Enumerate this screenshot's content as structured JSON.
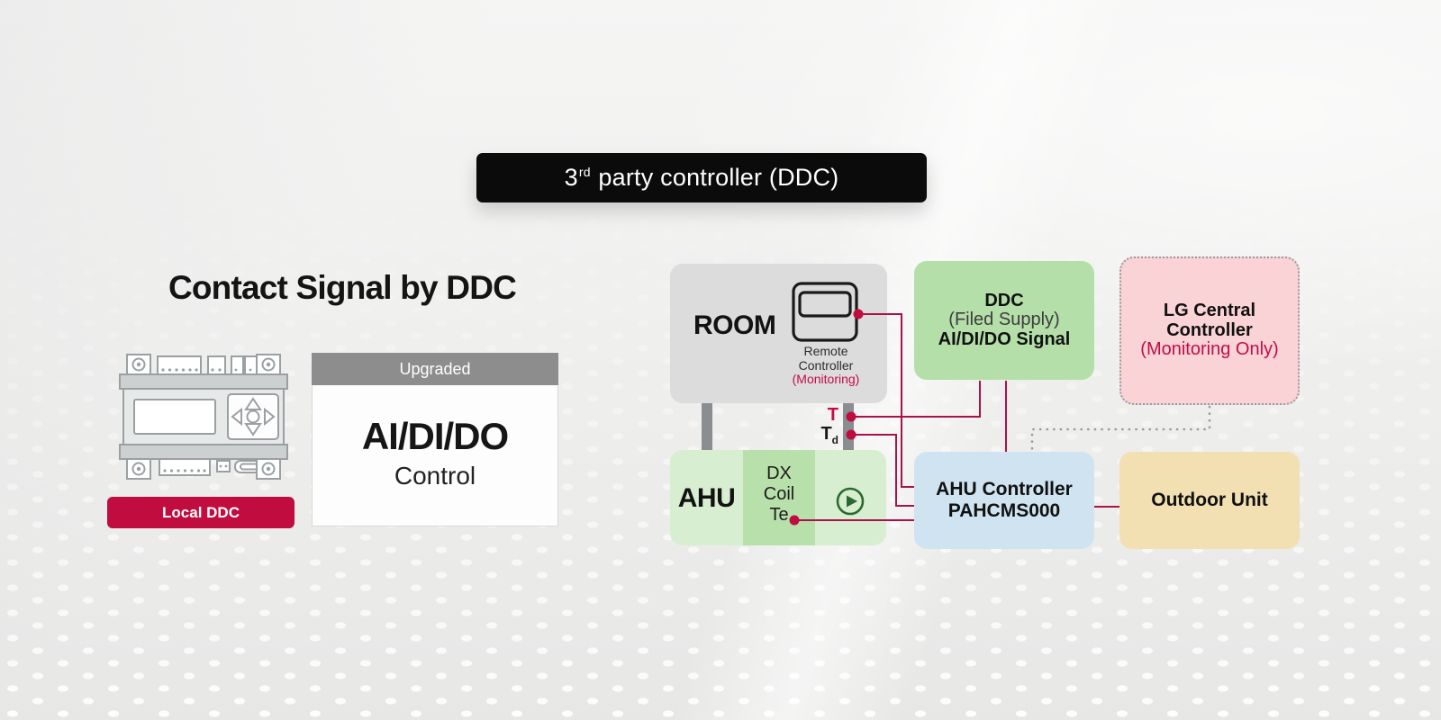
{
  "colors": {
    "banner_black": "#0b0b0b",
    "crimson": "#c30c46",
    "line_crimson": "#a8124a",
    "dot_crimson": "#c00c3f",
    "local_ddc_red": "#c00c3f",
    "upgraded_gray": "#8d8d8d",
    "room_gray": "#dcdcdd",
    "pipe_gray": "#8a8e91",
    "ahu_green_light": "#d8eed0",
    "ahu_green_band": "#b7e0ab",
    "ddc_green": "#b4dfa9",
    "controller_blue": "#cfe4f0",
    "outdoor_tan": "#f2dfb2",
    "lg_pink": "#f9d3d6",
    "dotted_gray": "#9a9a9a",
    "play_green": "#2b6a2f",
    "device_gray": "#9aa0a2"
  },
  "banner": {
    "number": "3",
    "ordinal": "rd",
    "text": " party controller (DDC)"
  },
  "left_panel": {
    "heading": "Contact Signal by DDC",
    "device_button": "Local DDC",
    "upgraded_header": "Upgraded",
    "upgraded_title": "AI/DI/DO",
    "upgraded_subtitle": "Control"
  },
  "diagram": {
    "room_label": "ROOM",
    "remote_label_1": "Remote",
    "remote_label_2": "Controller",
    "remote_label_3": "(Monitoring)",
    "sensor_t": "T",
    "sensor_td_base": "T",
    "sensor_td_sub": "d",
    "ahu_label": "AHU",
    "coil_line_1": "DX",
    "coil_line_2": "Coil",
    "coil_line_3": "Te",
    "ddc_line_1": "DDC",
    "ddc_line_2": "(Filed Supply)",
    "ddc_line_3": "AI/DI/DO Signal",
    "lg_line_1": "LG Central",
    "lg_line_2": "Controller",
    "lg_line_3": "(Monitoring Only)",
    "controller_line_1": "AHU Controller",
    "controller_line_2": "PAHCMS000",
    "outdoor_label": "Outdoor Unit"
  }
}
